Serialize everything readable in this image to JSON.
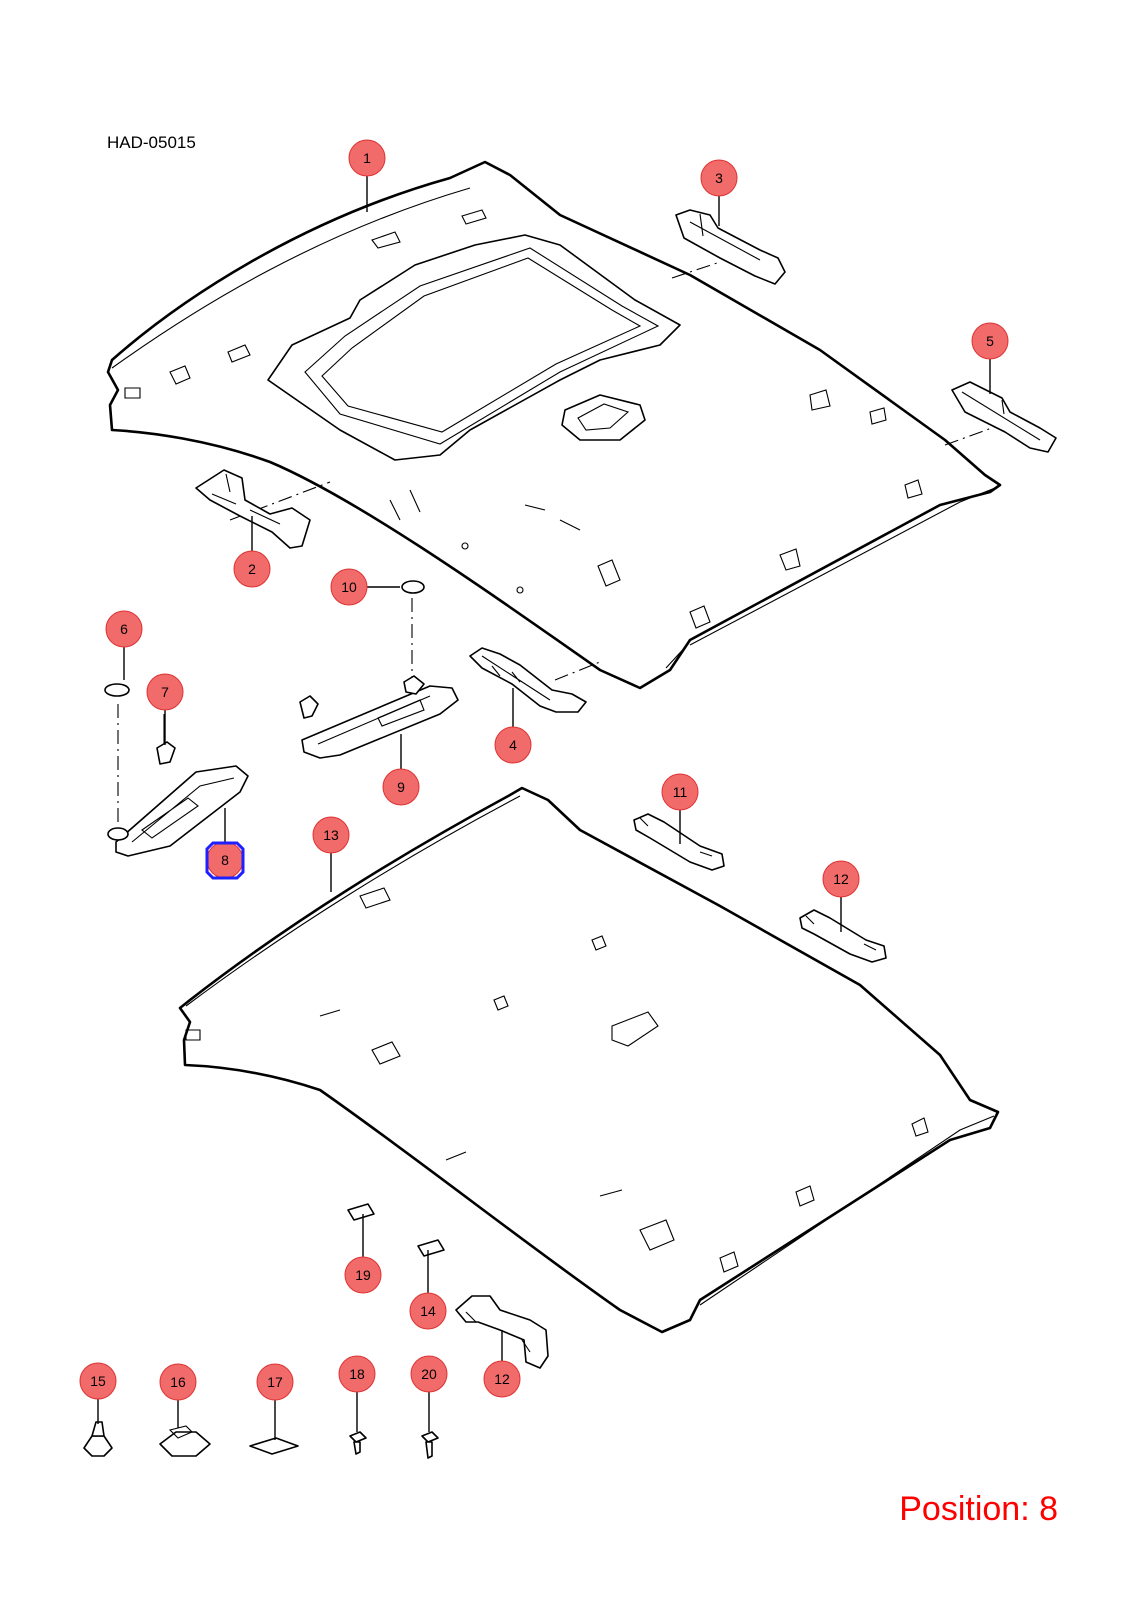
{
  "diagram_id": "HAD-05015",
  "position_label": "Position: 8",
  "selected_callout": "8",
  "colors": {
    "callout_fill": "#f26b6b",
    "selection_box": "#1f1fff",
    "position_text": "#ff0000"
  },
  "callouts": [
    {
      "label": "1"
    },
    {
      "label": "2"
    },
    {
      "label": "3"
    },
    {
      "label": "4"
    },
    {
      "label": "5"
    },
    {
      "label": "6"
    },
    {
      "label": "7"
    },
    {
      "label": "8"
    },
    {
      "label": "9"
    },
    {
      "label": "10"
    },
    {
      "label": "11"
    },
    {
      "label": "12"
    },
    {
      "label": "13"
    },
    {
      "label": "12"
    },
    {
      "label": "19"
    },
    {
      "label": "14"
    },
    {
      "label": "15"
    },
    {
      "label": "16"
    },
    {
      "label": "17"
    },
    {
      "label": "18"
    },
    {
      "label": "20"
    }
  ]
}
